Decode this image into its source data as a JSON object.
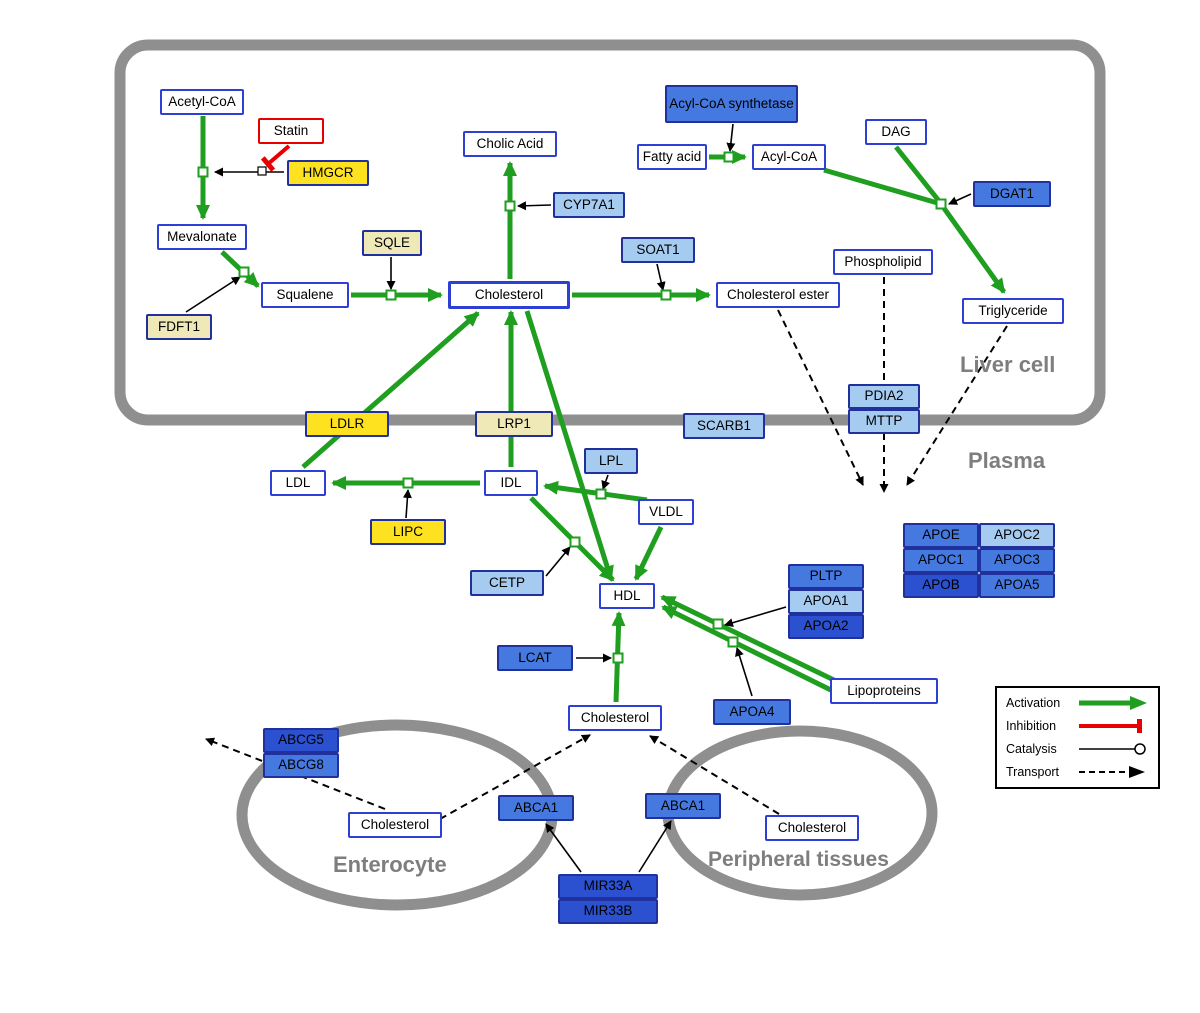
{
  "regions": {
    "liver": "Liver cell",
    "plasma": "Plasma",
    "enterocyte": "Enterocyte",
    "peripheral": "Peripheral tissues"
  },
  "nodes": {
    "acetyl_coa": "Acetyl-CoA",
    "statin": "Statin",
    "hmgcr": "HMGCR",
    "mevalonate": "Mevalonate",
    "sqle": "SQLE",
    "fdft1": "FDFT1",
    "squalene": "Squalene",
    "cholesterol": "Cholesterol",
    "cholic_acid": "Cholic Acid",
    "cyp7a1": "CYP7A1",
    "acyl_coa_synthetase": "Acyl-CoA synthetase",
    "fatty_acid": "Fatty acid",
    "acyl_coa": "Acyl-CoA",
    "dag": "DAG",
    "dgat1": "DGAT1",
    "soat1": "SOAT1",
    "cholesterol_ester": "Cholesterol ester",
    "phospholipid": "Phospholipid",
    "triglyceride": "Triglyceride",
    "ldlr": "LDLR",
    "lrp1": "LRP1",
    "scarb1": "SCARB1",
    "pdia2": "PDIA2",
    "mttp": "MTTP",
    "ldl": "LDL",
    "idl": "IDL",
    "lpl": "LPL",
    "vldl": "VLDL",
    "lipc": "LIPC",
    "cetp": "CETP",
    "hdl": "HDL",
    "pltp": "PLTP",
    "apoa1": "APOA1",
    "apoa2": "APOA2",
    "apoe": "APOE",
    "apoc2": "APOC2",
    "apoc1": "APOC1",
    "apoc3": "APOC3",
    "apob": "APOB",
    "apoa5": "APOA5",
    "lcat": "LCAT",
    "apoa4": "APOA4",
    "lipoproteins": "Lipoproteins",
    "abcg5": "ABCG5",
    "abcg8": "ABCG8",
    "abca1": "ABCA1",
    "mir33a": "MIR33A",
    "mir33b": "MIR33B"
  },
  "legend": {
    "activation": "Activation",
    "inhibition": "Inhibition",
    "catalysis": "Catalysis",
    "transport": "Transport"
  },
  "colors": {
    "activation": "#1f9e1f",
    "inhibition": "#e80000",
    "catalysis": "#000000",
    "transport": "#000000",
    "membrane": "#8f8f8f",
    "metabolite_border": "#2d3fd4",
    "gene_border": "#20309c",
    "gene_yellow": "#ffe21f",
    "gene_pale_yellow": "#efe9b8",
    "gene_light_blue": "#a6cbf0",
    "gene_blue": "#4679e0",
    "gene_dark_blue": "#2b50d0"
  }
}
